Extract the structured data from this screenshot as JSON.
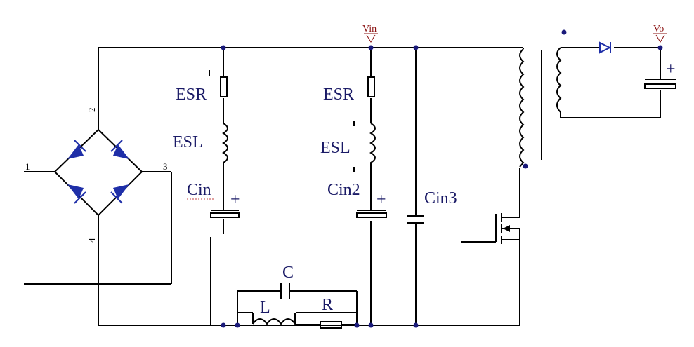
{
  "nets": {
    "vin": "Vin",
    "vo": "Vo"
  },
  "bridge_pins": [
    "1",
    "2",
    "3",
    "4"
  ],
  "labels": {
    "esr1": "ESR",
    "esl1": "ESL",
    "cin": "Cin",
    "esr2": "ESR",
    "esl2": "ESL",
    "cin2": "Cin2",
    "cin3": "Cin3",
    "c": "C",
    "l": "L",
    "r": "R"
  },
  "polarity_mark": "+",
  "colors": {
    "wire": "#000000",
    "component": "#1f2fa8",
    "label": "#1a1a66",
    "net": "#8a1010"
  }
}
